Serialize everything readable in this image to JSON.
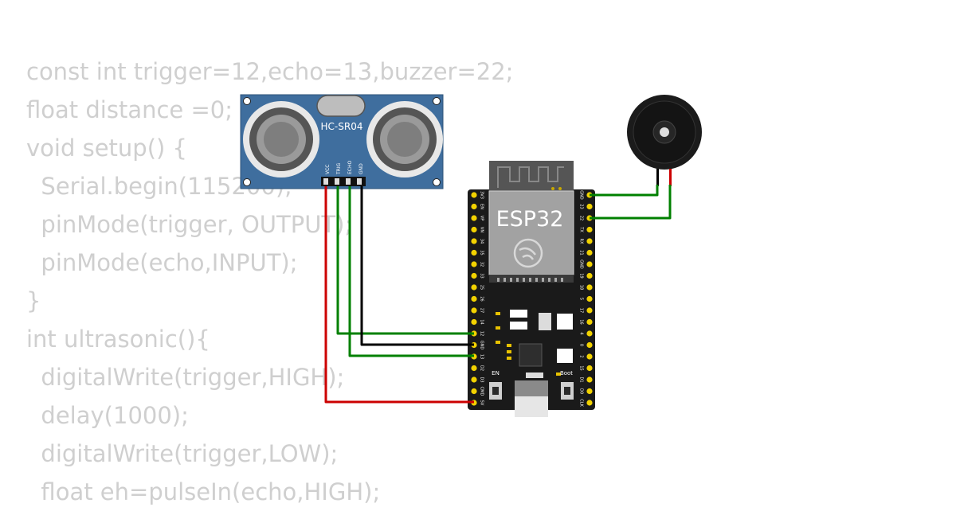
{
  "code": {
    "lines": [
      "const int trigger=12,echo=13,buzzer=22;",
      "float distance =0;",
      "void setup() {",
      "  Serial.begin(115200);",
      "  pinMode(trigger, OUTPUT);",
      "  pinMode(echo,INPUT);",
      "}",
      "int ultrasonic(){",
      "  digitalWrite(trigger,HIGH);",
      "  delay(1000);",
      "  digitalWrite(trigger,LOW);",
      "  float eh=pulseIn(echo,HIGH);"
    ]
  },
  "sensor": {
    "model": "HC-SR04",
    "pins": [
      "VCC",
      "TRIG",
      "ECHO",
      "GND"
    ]
  },
  "board": {
    "label": "ESP32",
    "buttons": [
      "EN",
      "Boot"
    ],
    "left_pins": [
      "3V3",
      "EN",
      "VP",
      "VN",
      "34",
      "35",
      "32",
      "33",
      "25",
      "26",
      "27",
      "14",
      "12",
      "GND",
      "13",
      "D2",
      "D3",
      "CMD",
      "5V"
    ],
    "right_pins": [
      "GND",
      "23",
      "22",
      "TX",
      "RX",
      "21",
      "GND",
      "19",
      "18",
      "5",
      "17",
      "16",
      "4",
      "0",
      "2",
      "15",
      "D1",
      "D0",
      "CLK"
    ]
  },
  "wire_colors": {
    "vcc": "#cc0000",
    "gnd": "#000000",
    "signal": "#008000"
  }
}
